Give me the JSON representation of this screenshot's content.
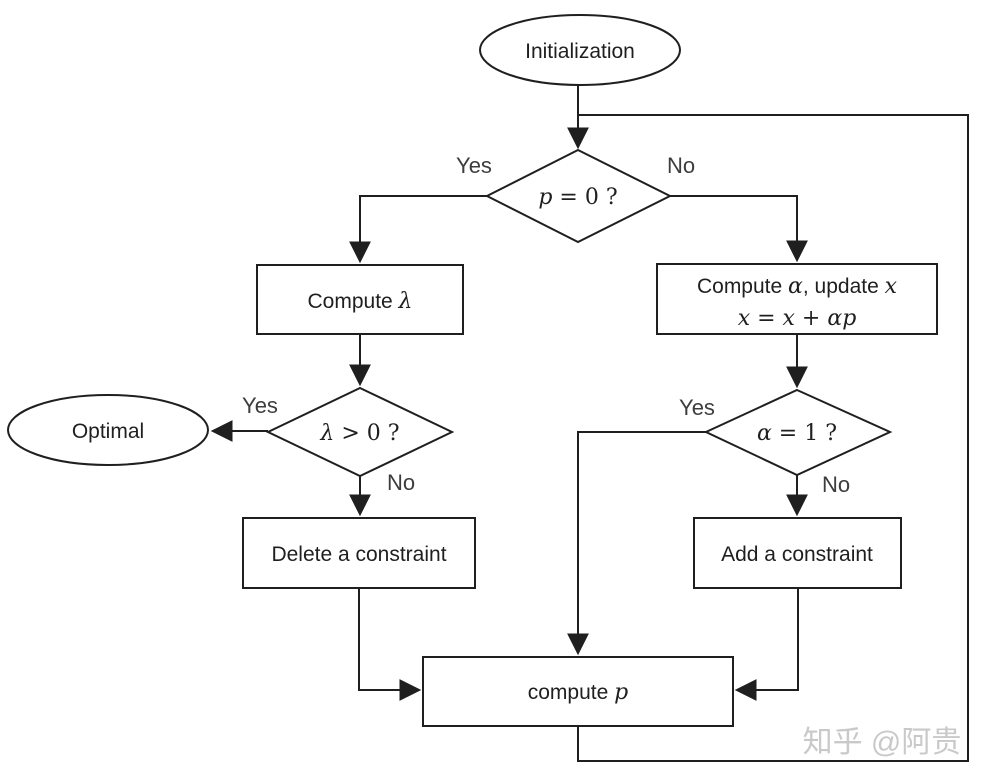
{
  "colors": {
    "line": "#1f1f1f",
    "text": "#1f1f1f",
    "edge_label": "#3d3d3d",
    "watermark": "#c9c9c9",
    "background": "#ffffff"
  },
  "nodes": {
    "initialization": {
      "shape": "ellipse",
      "label": "Initialization"
    },
    "p_eq_0": {
      "shape": "diamond",
      "math": "p",
      "rest": " = 0 ?"
    },
    "compute_lambda": {
      "shape": "process",
      "prefix": "Compute ",
      "math": "λ"
    },
    "compute_alpha": {
      "shape": "process",
      "line1": {
        "prefix": "Compute ",
        "math1": "α",
        "mid": ", update ",
        "math2": "x"
      },
      "line2": "x = x + αp"
    },
    "lambda_gt_0": {
      "shape": "diamond",
      "math": "λ",
      "rest": " > 0 ?"
    },
    "optimal": {
      "shape": "ellipse",
      "label": "Optimal"
    },
    "delete_constraint": {
      "shape": "process",
      "label": "Delete a constraint"
    },
    "alpha_eq_1": {
      "shape": "diamond",
      "math": "α",
      "rest": " = 1 ?"
    },
    "add_constraint": {
      "shape": "process",
      "label": "Add a constraint"
    },
    "compute_p": {
      "shape": "process",
      "prefix": "compute ",
      "math": "p"
    }
  },
  "edge_labels": {
    "p_eq_0_yes": "Yes",
    "p_eq_0_no": "No",
    "lambda_gt_0_yes": "Yes",
    "lambda_gt_0_no": "No",
    "alpha_eq_1_yes": "Yes",
    "alpha_eq_1_no": "No"
  },
  "edges": [
    {
      "from": "initialization",
      "to": "p_eq_0",
      "label": ""
    },
    {
      "from": "p_eq_0",
      "to": "compute_lambda",
      "label": "Yes"
    },
    {
      "from": "p_eq_0",
      "to": "compute_alpha",
      "label": "No"
    },
    {
      "from": "compute_lambda",
      "to": "lambda_gt_0",
      "label": ""
    },
    {
      "from": "lambda_gt_0",
      "to": "optimal",
      "label": "Yes"
    },
    {
      "from": "lambda_gt_0",
      "to": "delete_constraint",
      "label": "No"
    },
    {
      "from": "compute_alpha",
      "to": "alpha_eq_1",
      "label": ""
    },
    {
      "from": "alpha_eq_1",
      "to": "compute_p",
      "label": "Yes"
    },
    {
      "from": "alpha_eq_1",
      "to": "add_constraint",
      "label": "No"
    },
    {
      "from": "delete_constraint",
      "to": "compute_p",
      "label": ""
    },
    {
      "from": "add_constraint",
      "to": "compute_p",
      "label": ""
    },
    {
      "from": "compute_p",
      "to": "p_eq_0",
      "label": ""
    }
  ],
  "watermark": {
    "text": "知乎 @阿贵"
  }
}
